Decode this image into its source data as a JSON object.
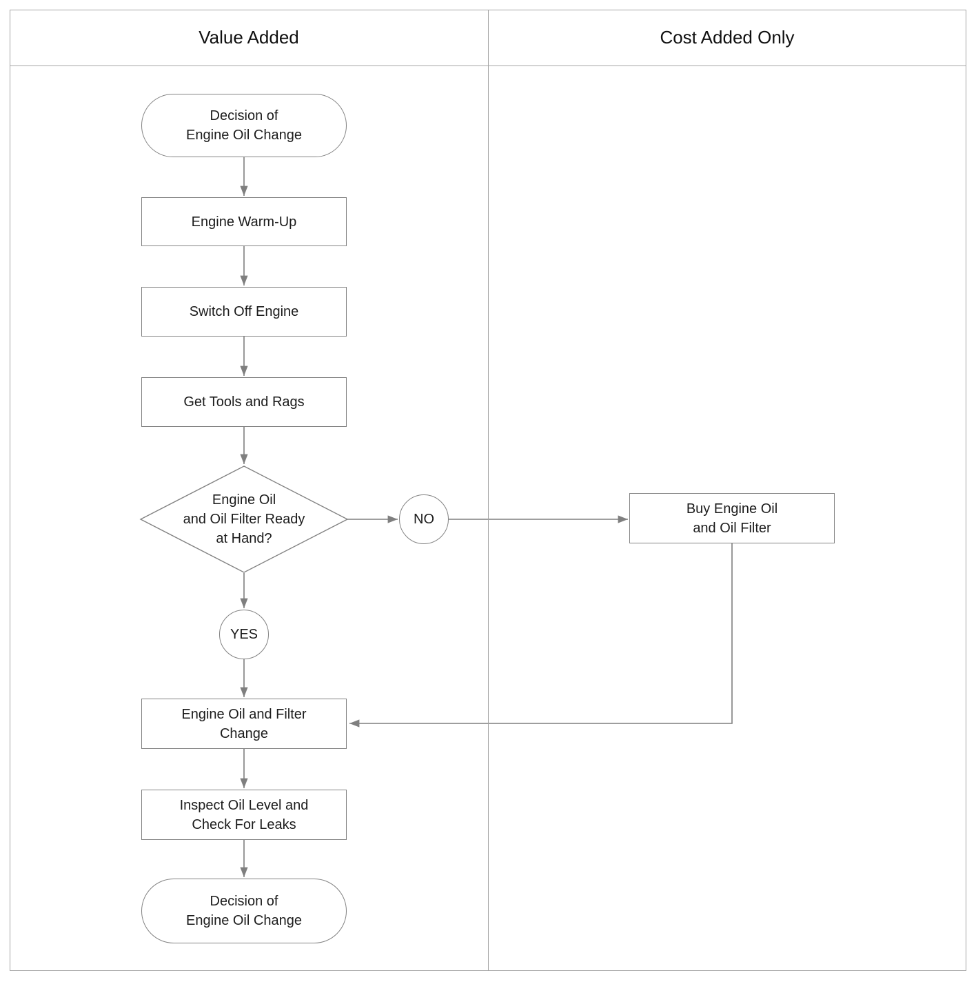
{
  "lanes": {
    "left": "Value Added",
    "right": "Cost Added Only"
  },
  "nodes": {
    "start_terminator": {
      "lines": [
        "Decision of",
        "Engine Oil Change"
      ]
    },
    "engine_warm_up": {
      "lines": [
        "Engine Warm-Up"
      ]
    },
    "switch_off_engine": {
      "lines": [
        "Switch Off Engine"
      ]
    },
    "get_tools": {
      "lines": [
        "Get Tools and Rags"
      ]
    },
    "decision_ready": {
      "lines": [
        "Engine Oil",
        "and Oil Filter Ready",
        "at Hand?"
      ]
    },
    "no_connector": {
      "label": "NO"
    },
    "yes_connector": {
      "label": "YES"
    },
    "buy_oil": {
      "lines": [
        "Buy Engine Oil",
        "and Oil Filter"
      ]
    },
    "oil_filter_change": {
      "lines": [
        "Engine Oil and Filter",
        "Change"
      ]
    },
    "inspect_oil": {
      "lines": [
        "Inspect Oil Level and",
        "Check For Leaks"
      ]
    },
    "end_terminator": {
      "lines": [
        "Decision of",
        "Engine Oil Change"
      ]
    }
  },
  "colors": {
    "connector_line": "#7f7f7f",
    "shape_border": "#828282",
    "frame_border": "#a3a3a3",
    "text": "#1c1c1c",
    "background": "#ffffff"
  }
}
